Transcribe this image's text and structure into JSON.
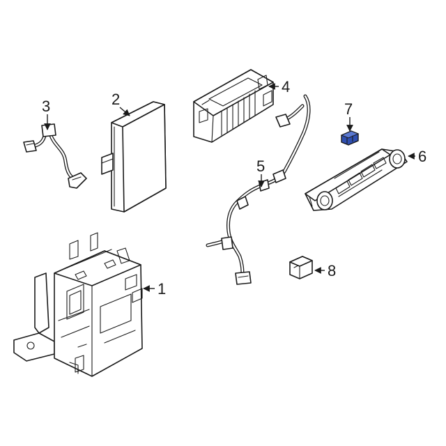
{
  "accent_color": "#2f4fb0",
  "callouts": [
    {
      "id": "1",
      "label": "1"
    },
    {
      "id": "2",
      "label": "2"
    },
    {
      "id": "3",
      "label": "3"
    },
    {
      "id": "4",
      "label": "4"
    },
    {
      "id": "5",
      "label": "5"
    },
    {
      "id": "6",
      "label": "6"
    },
    {
      "id": "7",
      "label": "7"
    },
    {
      "id": "8",
      "label": "8"
    }
  ]
}
